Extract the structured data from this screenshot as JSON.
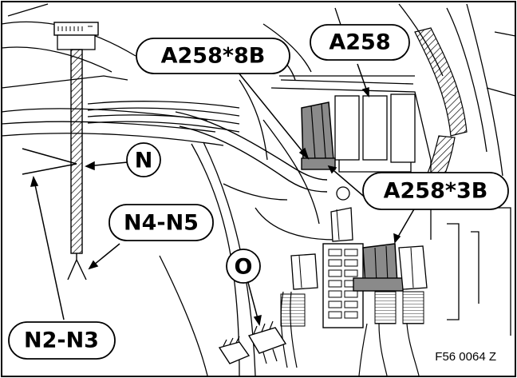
{
  "callouts": {
    "a258_8b": "A258*8B",
    "a258": "A258",
    "a258_3b": "A258*3B",
    "n": "N",
    "n4_n5": "N4-N5",
    "o": "O",
    "n2_n3": "N2-N3"
  },
  "figure_code": "F56 0064 Z"
}
